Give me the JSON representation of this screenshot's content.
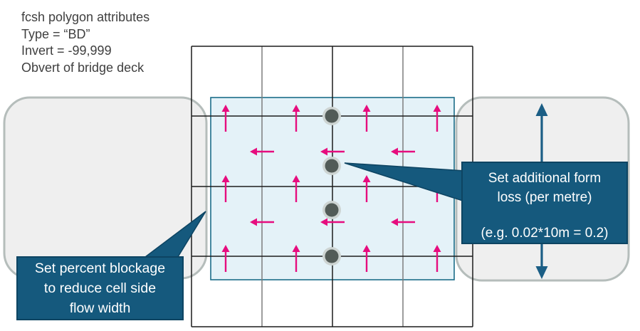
{
  "annotation": {
    "lines": [
      "fcsh polygon attributes",
      "Type = “BD”",
      "Invert = -99,999",
      "Obvert of bridge deck"
    ]
  },
  "callouts": {
    "left": {
      "lines": [
        "Set percent blockage",
        "to reduce cell side",
        "flow width"
      ]
    },
    "right": {
      "lines": [
        "Set additional form",
        "loss (per metre)",
        "(e.g. 0.02*10m = 0.2)"
      ]
    }
  },
  "diagram": {
    "grid": {
      "columns": 4,
      "rows": 4
    },
    "flow_arrows": {
      "up_count": 12,
      "left_count": 6
    },
    "pier_dots": 4
  },
  "colors": {
    "callout_fill": "#15597d",
    "callout_border": "#0d4462",
    "arrow_pink": "#e60d7e",
    "deck_fill": "#e4f2f8",
    "deck_border": "#1b6d89",
    "panel_fill": "#efefef",
    "panel_border": "#b5bdbb",
    "grid_black": "#1c1c1c",
    "grid_gray": "#7d7d7d",
    "dot_ring": "#cdd4d2",
    "dot_core": "#525b57",
    "double_arrow": "#1b5e85",
    "text_gray": "#3f3f3f"
  }
}
